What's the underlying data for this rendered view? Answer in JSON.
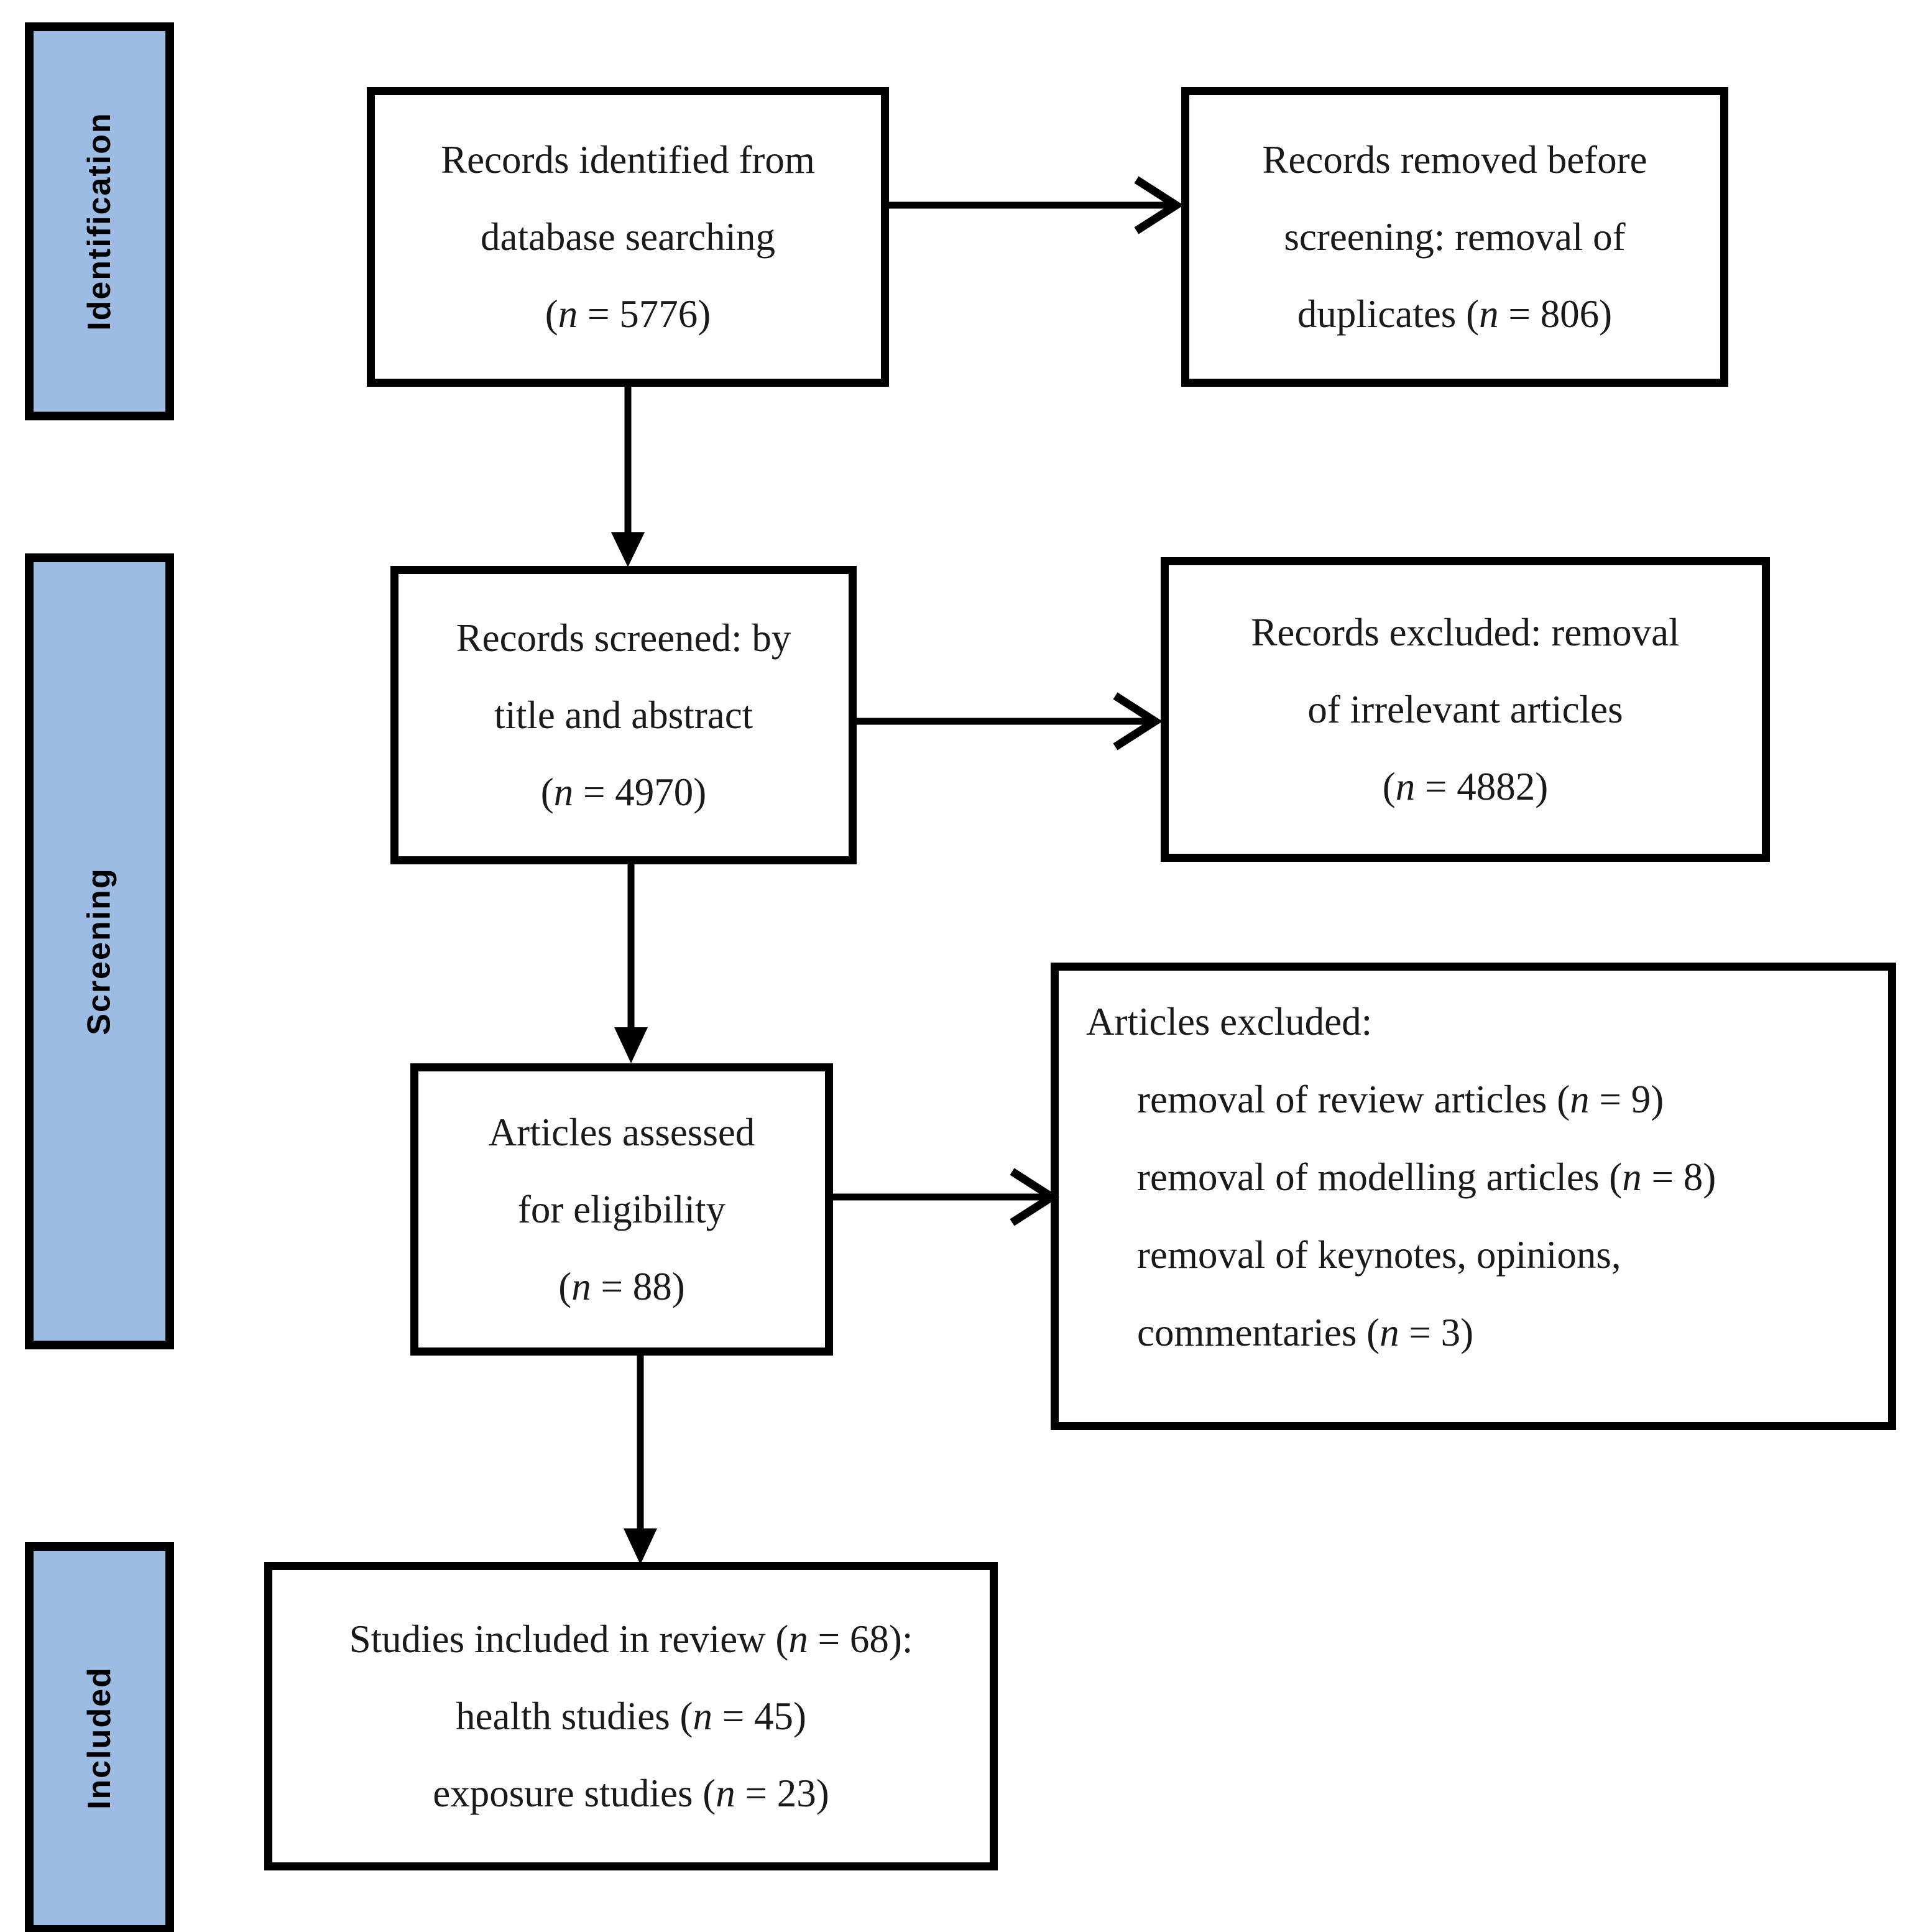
{
  "diagram": {
    "title": "PRISMA study selection flow diagram",
    "accent_color": "#9CBCE3",
    "line_color": "#000000",
    "background": "#ffffff"
  },
  "stages": [
    {
      "id": "identification",
      "label": "Identification"
    },
    {
      "id": "screening",
      "label": "Screening"
    },
    {
      "id": "included",
      "label": "Included"
    }
  ],
  "boxes": {
    "records_identified": {
      "id": "records-identified",
      "lines": [
        "Records identified from",
        "database searching",
        "(n = 5776)"
      ],
      "count": 5776
    },
    "records_removed": {
      "id": "records-removed-before-screening",
      "lines": [
        "Records removed before",
        "screening: removal of",
        "duplicates (n = 806)"
      ],
      "count": 806
    },
    "records_screened": {
      "id": "records-screened",
      "lines": [
        "Records screened: by",
        "title and abstract",
        "(n = 4970)"
      ],
      "count": 4970
    },
    "records_excluded": {
      "id": "records-excluded",
      "lines": [
        "Records excluded: removal",
        "of irrelevant articles",
        "(n = 4882)"
      ],
      "count": 4882
    },
    "articles_assessed": {
      "id": "articles-assessed-for-eligibility",
      "lines": [
        "Articles assessed",
        "for eligibility",
        "(n = 88)"
      ],
      "count": 88
    },
    "articles_excluded": {
      "id": "articles-excluded",
      "heading": "Articles excluded:",
      "items": [
        "removal of review articles (n = 9)",
        "removal of modelling articles (n = 8)",
        "removal of keynotes, opinions,",
        "commentaries (n = 3)"
      ],
      "counts": {
        "review_articles": 9,
        "modelling_articles": 8,
        "keynotes_opinions_commentaries": 3
      }
    },
    "studies_included": {
      "id": "studies-included-in-review",
      "lines": [
        "Studies included in review (n = 68):",
        "health studies (n = 45)",
        "exposure studies (n = 23)"
      ],
      "counts": {
        "total": 68,
        "health_studies": 45,
        "exposure_studies": 23
      }
    }
  },
  "connectors": [
    {
      "id": "identified-to-removed",
      "type": "arrow-right"
    },
    {
      "id": "identified-to-screened",
      "type": "arrow-down"
    },
    {
      "id": "screened-to-excluded",
      "type": "arrow-right"
    },
    {
      "id": "screened-to-assessed",
      "type": "arrow-down"
    },
    {
      "id": "assessed-to-articles-excluded",
      "type": "arrow-right"
    },
    {
      "id": "assessed-to-included",
      "type": "arrow-down"
    }
  ],
  "chart_data": {
    "type": "diagram",
    "title": "PRISMA flow of study selection",
    "stages": [
      "Identification",
      "Screening",
      "Included"
    ],
    "nodes": [
      {
        "stage": "Identification",
        "label": "Records identified from database searching",
        "n": 5776
      },
      {
        "stage": "Identification",
        "label": "Records removed before screening: removal of duplicates",
        "n": 806
      },
      {
        "stage": "Screening",
        "label": "Records screened: by title and abstract",
        "n": 4970
      },
      {
        "stage": "Screening",
        "label": "Records excluded: removal of irrelevant articles",
        "n": 4882
      },
      {
        "stage": "Screening",
        "label": "Articles assessed for eligibility",
        "n": 88
      },
      {
        "stage": "Screening",
        "label": "Articles excluded: removal of review articles",
        "n": 9
      },
      {
        "stage": "Screening",
        "label": "Articles excluded: removal of modelling articles",
        "n": 8
      },
      {
        "stage": "Screening",
        "label": "Articles excluded: removal of keynotes, opinions, commentaries",
        "n": 3
      },
      {
        "stage": "Included",
        "label": "Studies included in review",
        "n": 68
      },
      {
        "stage": "Included",
        "label": "health studies",
        "n": 45
      },
      {
        "stage": "Included",
        "label": "exposure studies",
        "n": 23
      }
    ],
    "edges": [
      {
        "from": "Records identified from database searching",
        "to": "Records removed before screening: removal of duplicates"
      },
      {
        "from": "Records identified from database searching",
        "to": "Records screened: by title and abstract"
      },
      {
        "from": "Records screened: by title and abstract",
        "to": "Records excluded: removal of irrelevant articles"
      },
      {
        "from": "Records screened: by title and abstract",
        "to": "Articles assessed for eligibility"
      },
      {
        "from": "Articles assessed for eligibility",
        "to": "Articles excluded"
      },
      {
        "from": "Articles assessed for eligibility",
        "to": "Studies included in review"
      }
    ]
  }
}
